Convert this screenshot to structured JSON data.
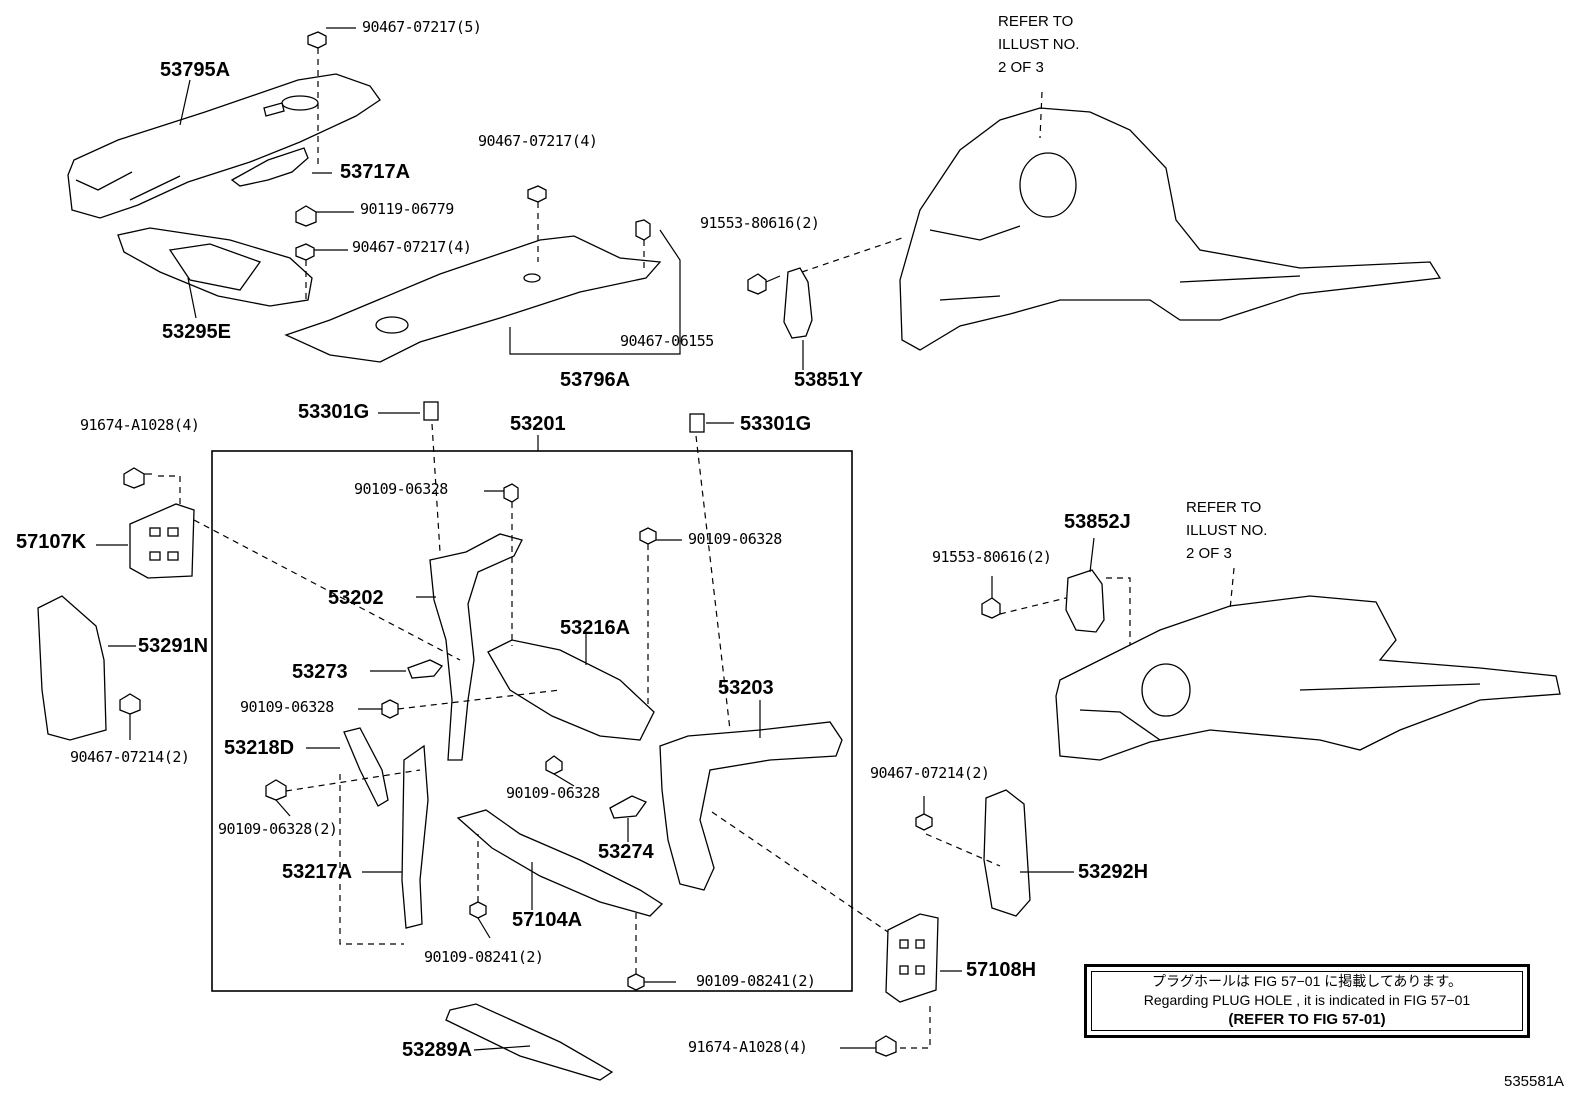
{
  "labels": {
    "p53795A": "53795A",
    "p90467_07217_5": "90467-07217(5)",
    "p53717A": "53717A",
    "p90119_06779": "90119-06779",
    "p90467_07217_4a": "90467-07217(4)",
    "p53295E": "53295E",
    "p90467_07217_4b": "90467-07217(4)",
    "p90467_06155": "90467-06155",
    "p53796A": "53796A",
    "p91553_80616_2a": "91553-80616(2)",
    "p53851Y": "53851Y",
    "p53301G_a": "53301G",
    "p53201": "53201",
    "p53301G_b": "53301G",
    "p91674_A1028_4a": "91674-A1028(4)",
    "p57107K": "57107K",
    "p90109_06328_a": "90109-06328",
    "p90109_06328_b": "90109-06328",
    "p53202": "53202",
    "p53291N": "53291N",
    "p53216A": "53216A",
    "p53273": "53273",
    "p90109_06328_c": "90109-06328",
    "p53203": "53203",
    "p53218D": "53218D",
    "p90467_07214_2a": "90467-07214(2)",
    "p90109_06328_d": "90109-06328",
    "p90109_06328_2": "90109-06328(2)",
    "p53274": "53274",
    "p53217A": "53217A",
    "p57104A": "57104A",
    "p90109_08241_2a": "90109-08241(2)",
    "p90109_08241_2b": "90109-08241(2)",
    "p57108H": "57108H",
    "p53289A": "53289A",
    "p91674_A1028_4b": "91674-A1028(4)",
    "p53852J": "53852J",
    "p91553_80616_2b": "91553-80616(2)",
    "p90467_07214_2b": "90467-07214(2)",
    "p53292H": "53292H"
  },
  "refer_top": [
    "REFER TO",
    "ILLUST NO.",
    "2 OF 3"
  ],
  "refer_right": [
    "REFER TO",
    "ILLUST NO.",
    "2 OF 3"
  ],
  "notice": {
    "line_jp": "プラグホールは FIG 57−01 に掲載してあります。",
    "line_en": "Regarding  PLUG  HOLE , it is indicated in FIG  57−01",
    "line_ref": "(REFER  TO  FIG  57-01)"
  },
  "figure_id": "535581A"
}
